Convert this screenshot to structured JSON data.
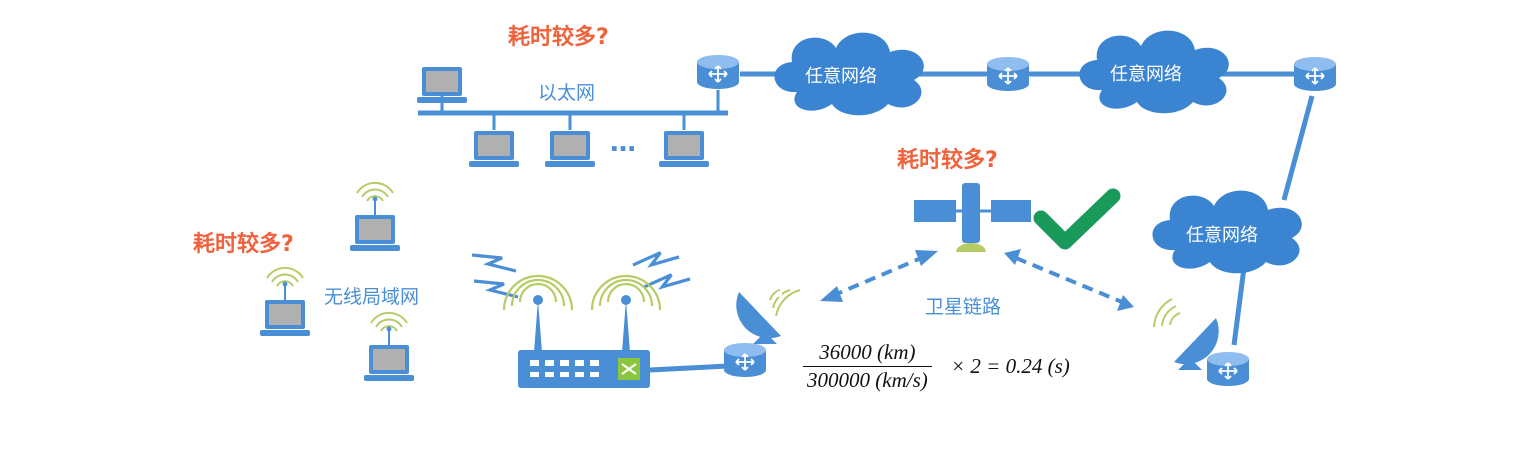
{
  "labels": {
    "ethernet": "以太网",
    "wlan": "无线局域网",
    "satellite_link": "卫星链路",
    "any_network": "任意网络",
    "question": "耗时较多?",
    "ellipsis": "…"
  },
  "formula": {
    "numerator": "36000  (km)",
    "denominator": "300000  (km/s)",
    "rest": "×  2  =  0.24  (s)"
  },
  "colors": {
    "accent": "#4a8fd6",
    "question": "#f0623c",
    "check": "#1a9a5a",
    "signal": "#b6cc66"
  }
}
